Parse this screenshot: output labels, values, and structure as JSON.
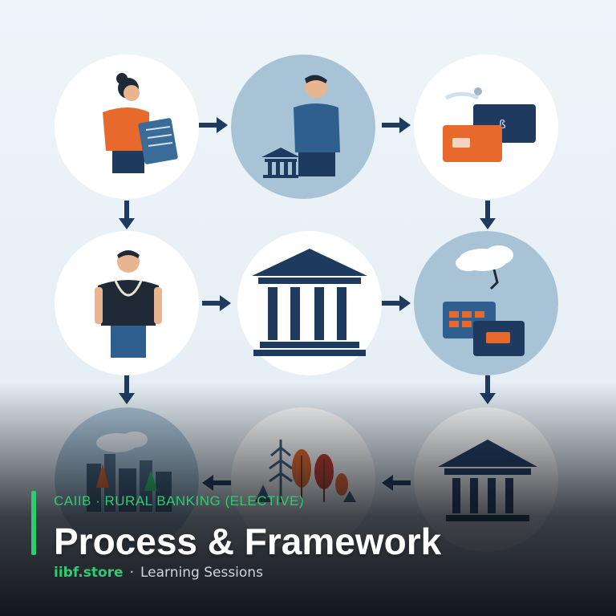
{
  "caption": {
    "kicker": "CAIIB · RURAL BANKING (ELECTIVE)",
    "title": "Process & Framework",
    "site": "iibf.store",
    "separator": "·",
    "subtitle": "Learning Sessions"
  },
  "illustrations": [
    {
      "name": "person-with-document",
      "icon": "person-document-icon"
    },
    {
      "name": "person-at-bank",
      "icon": "person-bank-icon"
    },
    {
      "name": "payment-cards",
      "icon": "cards-icon"
    },
    {
      "name": "person-standing",
      "icon": "person-icon"
    },
    {
      "name": "bank-building",
      "icon": "bank-icon"
    },
    {
      "name": "cloud-cards",
      "icon": "cloud-cards-icon"
    },
    {
      "name": "rural-town",
      "icon": "town-icon"
    },
    {
      "name": "crops-trees",
      "icon": "trees-icon"
    },
    {
      "name": "bank-building-bottom",
      "icon": "bank-icon"
    }
  ],
  "colors": {
    "navy": "#1f3a5f",
    "orange": "#e8692c",
    "accent_green": "#2ecc71",
    "node_blue": "#a9c3d6"
  }
}
